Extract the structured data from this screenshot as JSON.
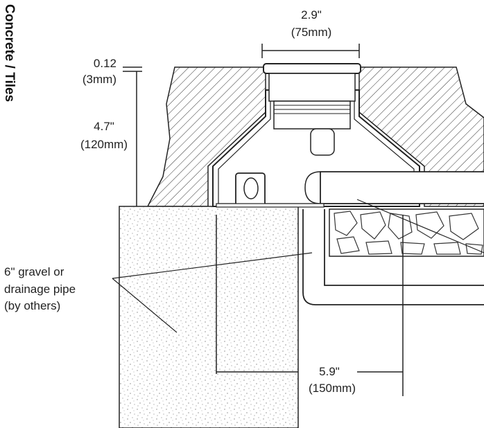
{
  "side_label": "Concrete / Tiles",
  "dimensions": {
    "top_width": {
      "line1": "2.9\"",
      "line2": "(75mm)"
    },
    "flange": {
      "line1": "0.12",
      "line2": "(3mm)"
    },
    "depth": {
      "line1": "4.7\"",
      "line2": "(120mm)"
    },
    "offset": {
      "line1": "5.9\"",
      "line2": "(150mm)"
    }
  },
  "callout": {
    "line1": "6\" gravel or",
    "line2": "drainage pipe",
    "line3": "(by others)"
  }
}
